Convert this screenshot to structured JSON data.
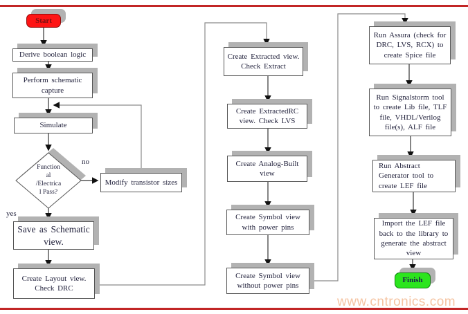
{
  "watermark": "www.cntronics.com",
  "edge_labels": {
    "yes": "yes",
    "no": "no"
  },
  "nodes": {
    "start": {
      "label": "Start"
    },
    "derive": {
      "label": "Derive boolean logic"
    },
    "perform": {
      "label": "Perform schematic\ncapture"
    },
    "simulate": {
      "label": "Simulate"
    },
    "decision": {
      "label": "Function\nal\n/Electrica\nl Pass?"
    },
    "modify": {
      "label": "Modify transistor sizes"
    },
    "save": {
      "label": "Save as Schematic\nview."
    },
    "layout": {
      "label": "Create Layout view.\nCheck DRC"
    },
    "extracted": {
      "label": "Create Extracted view.\nCheck Extract"
    },
    "extractedrc": {
      "label": "Create ExtractedRC\nview.  Check LVS"
    },
    "analog": {
      "label": "Create Analog-Built\nview"
    },
    "symbol_with": {
      "label": "Create Symbol view\nwith power pins"
    },
    "symbol_without": {
      "label": "Create Symbol view\nwithout power pins"
    },
    "assura": {
      "label": "Run Assura (check for\nDRC, LVS, RCX) to\ncreate Spice file"
    },
    "signalstorm": {
      "label": "Run Signalstorm tool\nto create Lib file, TLF\nfile, VHDL/Verilog\nfile(s), ALF file"
    },
    "abstract": {
      "label": "Run Abstract\nGenerator tool to\ncreate LEF file"
    },
    "import": {
      "label": "Import the LEF file\nback to the library to\ngenerate the abstract\nview"
    },
    "finish": {
      "label": "Finish"
    }
  },
  "colors": {
    "start_fill": "#fe1414",
    "finish_fill": "#2ce51e",
    "shadow": "#b2b2b2",
    "rule_red": "#c22626",
    "watermark": "#f5c4a2"
  }
}
